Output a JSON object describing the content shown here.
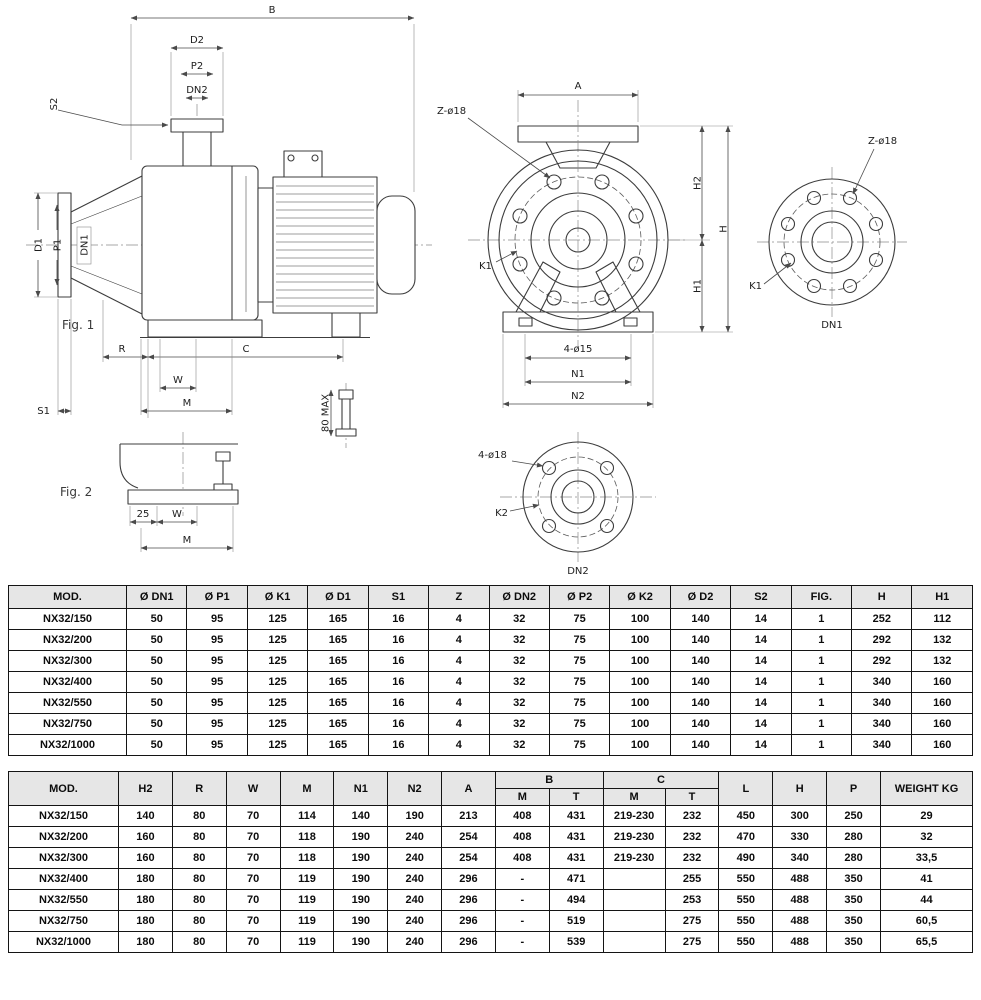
{
  "drawing": {
    "fig1": {
      "caption": "Fig. 1",
      "dim_B": "B",
      "dim_D2": "D2",
      "dim_P2": "P2",
      "dim_DN2": "DN2",
      "dim_S2": "S2",
      "dim_D1": "D1",
      "dim_P1": "P1",
      "dim_DN1": "DN1",
      "dim_R": "R",
      "dim_C": "C",
      "dim_W": "W",
      "dim_S1": "S1",
      "dim_M": "M",
      "dim_max": "80 MAX"
    },
    "fig2": {
      "caption": "Fig. 2",
      "dim_25": "25",
      "dim_W": "W",
      "dim_M": "M"
    },
    "front": {
      "dim_A": "A",
      "dim_Z": "Z-ø18",
      "dim_K1": "K1",
      "dim_H2": "H2",
      "dim_H": "H",
      "dim_H1": "H1",
      "dim_holes": "4-ø15",
      "dim_N1": "N1",
      "dim_N2": "N2"
    },
    "flange1": {
      "dim_Z": "Z-ø18",
      "dim_K1": "K1",
      "label": "DN1"
    },
    "flange2": {
      "dim_holes": "4-ø18",
      "dim_K2": "K2",
      "label": "DN2"
    }
  },
  "table1": {
    "headers": [
      "MOD.",
      "Ø DN1",
      "Ø P1",
      "Ø K1",
      "Ø D1",
      "S1",
      "Z",
      "Ø DN2",
      "Ø P2",
      "Ø K2",
      "Ø D2",
      "S2",
      "FIG.",
      "H",
      "H1"
    ],
    "rows": [
      [
        "NX32/150",
        "50",
        "95",
        "125",
        "165",
        "16",
        "4",
        "32",
        "75",
        "100",
        "140",
        "14",
        "1",
        "252",
        "112"
      ],
      [
        "NX32/200",
        "50",
        "95",
        "125",
        "165",
        "16",
        "4",
        "32",
        "75",
        "100",
        "140",
        "14",
        "1",
        "292",
        "132"
      ],
      [
        "NX32/300",
        "50",
        "95",
        "125",
        "165",
        "16",
        "4",
        "32",
        "75",
        "100",
        "140",
        "14",
        "1",
        "292",
        "132"
      ],
      [
        "NX32/400",
        "50",
        "95",
        "125",
        "165",
        "16",
        "4",
        "32",
        "75",
        "100",
        "140",
        "14",
        "1",
        "340",
        "160"
      ],
      [
        "NX32/550",
        "50",
        "95",
        "125",
        "165",
        "16",
        "4",
        "32",
        "75",
        "100",
        "140",
        "14",
        "1",
        "340",
        "160"
      ],
      [
        "NX32/750",
        "50",
        "95",
        "125",
        "165",
        "16",
        "4",
        "32",
        "75",
        "100",
        "140",
        "14",
        "1",
        "340",
        "160"
      ],
      [
        "NX32/1000",
        "50",
        "95",
        "125",
        "165",
        "16",
        "4",
        "32",
        "75",
        "100",
        "140",
        "14",
        "1",
        "340",
        "160"
      ]
    ]
  },
  "table2": {
    "col_mod": "MOD.",
    "single_cols": [
      "H2",
      "R",
      "W",
      "M",
      "N1",
      "N2",
      "A"
    ],
    "group_b": "B",
    "group_c": "C",
    "sub_headers": [
      "M",
      "T",
      "M",
      "T"
    ],
    "tail_cols": [
      "L",
      "H",
      "P",
      "WEIGHT KG"
    ],
    "rows": [
      [
        "NX32/150",
        "140",
        "80",
        "70",
        "114",
        "140",
        "190",
        "213",
        "408",
        "431",
        "219-230",
        "232",
        "450",
        "300",
        "250",
        "29"
      ],
      [
        "NX32/200",
        "160",
        "80",
        "70",
        "118",
        "190",
        "240",
        "254",
        "408",
        "431",
        "219-230",
        "232",
        "470",
        "330",
        "280",
        "32"
      ],
      [
        "NX32/300",
        "160",
        "80",
        "70",
        "118",
        "190",
        "240",
        "254",
        "408",
        "431",
        "219-230",
        "232",
        "490",
        "340",
        "280",
        "33,5"
      ],
      [
        "NX32/400",
        "180",
        "80",
        "70",
        "119",
        "190",
        "240",
        "296",
        "-",
        "471",
        "",
        "255",
        "550",
        "488",
        "350",
        "41"
      ],
      [
        "NX32/550",
        "180",
        "80",
        "70",
        "119",
        "190",
        "240",
        "296",
        "-",
        "494",
        "",
        "253",
        "550",
        "488",
        "350",
        "44"
      ],
      [
        "NX32/750",
        "180",
        "80",
        "70",
        "119",
        "190",
        "240",
        "296",
        "-",
        "519",
        "",
        "275",
        "550",
        "488",
        "350",
        "60,5"
      ],
      [
        "NX32/1000",
        "180",
        "80",
        "70",
        "119",
        "190",
        "240",
        "296",
        "-",
        "539",
        "",
        "275",
        "550",
        "488",
        "350",
        "65,5"
      ]
    ]
  }
}
